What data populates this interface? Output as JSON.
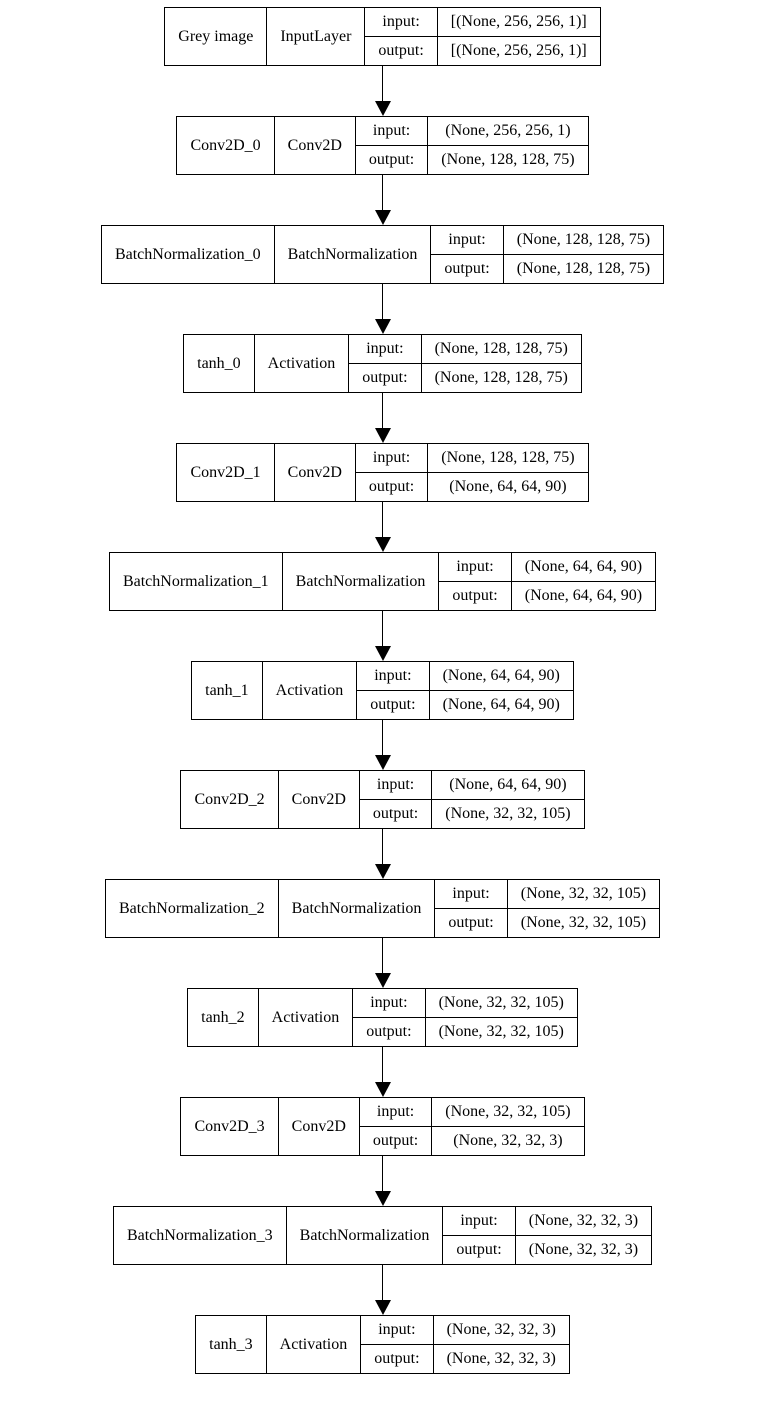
{
  "diagram": {
    "type": "neural-network-layer-graph",
    "background": "#ffffff",
    "border_color": "#000000",
    "arrow_color": "#000000",
    "row_labels": {
      "input_label": "input:",
      "output_label": "output:"
    },
    "nodes": [
      {
        "name": "Grey image",
        "layer_type": "InputLayer",
        "input_shape": "[(None, 256, 256, 1)]",
        "output_shape": "[(None, 256, 256, 1)]"
      },
      {
        "name": "Conv2D_0",
        "layer_type": "Conv2D",
        "input_shape": "(None, 256, 256, 1)",
        "output_shape": "(None, 128, 128, 75)"
      },
      {
        "name": "BatchNormalization_0",
        "layer_type": "BatchNormalization",
        "input_shape": "(None, 128, 128, 75)",
        "output_shape": "(None, 128, 128, 75)"
      },
      {
        "name": "tanh_0",
        "layer_type": "Activation",
        "input_shape": "(None, 128, 128, 75)",
        "output_shape": "(None, 128, 128, 75)"
      },
      {
        "name": "Conv2D_1",
        "layer_type": "Conv2D",
        "input_shape": "(None, 128, 128, 75)",
        "output_shape": "(None, 64, 64, 90)"
      },
      {
        "name": "BatchNormalization_1",
        "layer_type": "BatchNormalization",
        "input_shape": "(None, 64, 64, 90)",
        "output_shape": "(None, 64, 64, 90)"
      },
      {
        "name": "tanh_1",
        "layer_type": "Activation",
        "input_shape": "(None, 64, 64, 90)",
        "output_shape": "(None, 64, 64, 90)"
      },
      {
        "name": "Conv2D_2",
        "layer_type": "Conv2D",
        "input_shape": "(None, 64, 64, 90)",
        "output_shape": "(None, 32, 32, 105)"
      },
      {
        "name": "BatchNormalization_2",
        "layer_type": "BatchNormalization",
        "input_shape": "(None, 32, 32, 105)",
        "output_shape": "(None, 32, 32, 105)"
      },
      {
        "name": "tanh_2",
        "layer_type": "Activation",
        "input_shape": "(None, 32, 32, 105)",
        "output_shape": "(None, 32, 32, 105)"
      },
      {
        "name": "Conv2D_3",
        "layer_type": "Conv2D",
        "input_shape": "(None, 32, 32, 105)",
        "output_shape": "(None, 32, 32, 3)"
      },
      {
        "name": "BatchNormalization_3",
        "layer_type": "BatchNormalization",
        "input_shape": "(None, 32, 32, 3)",
        "output_shape": "(None, 32, 32, 3)"
      },
      {
        "name": "tanh_3",
        "layer_type": "Activation",
        "input_shape": "(None, 32, 32, 3)",
        "output_shape": "(None, 32, 32, 3)"
      }
    ]
  }
}
